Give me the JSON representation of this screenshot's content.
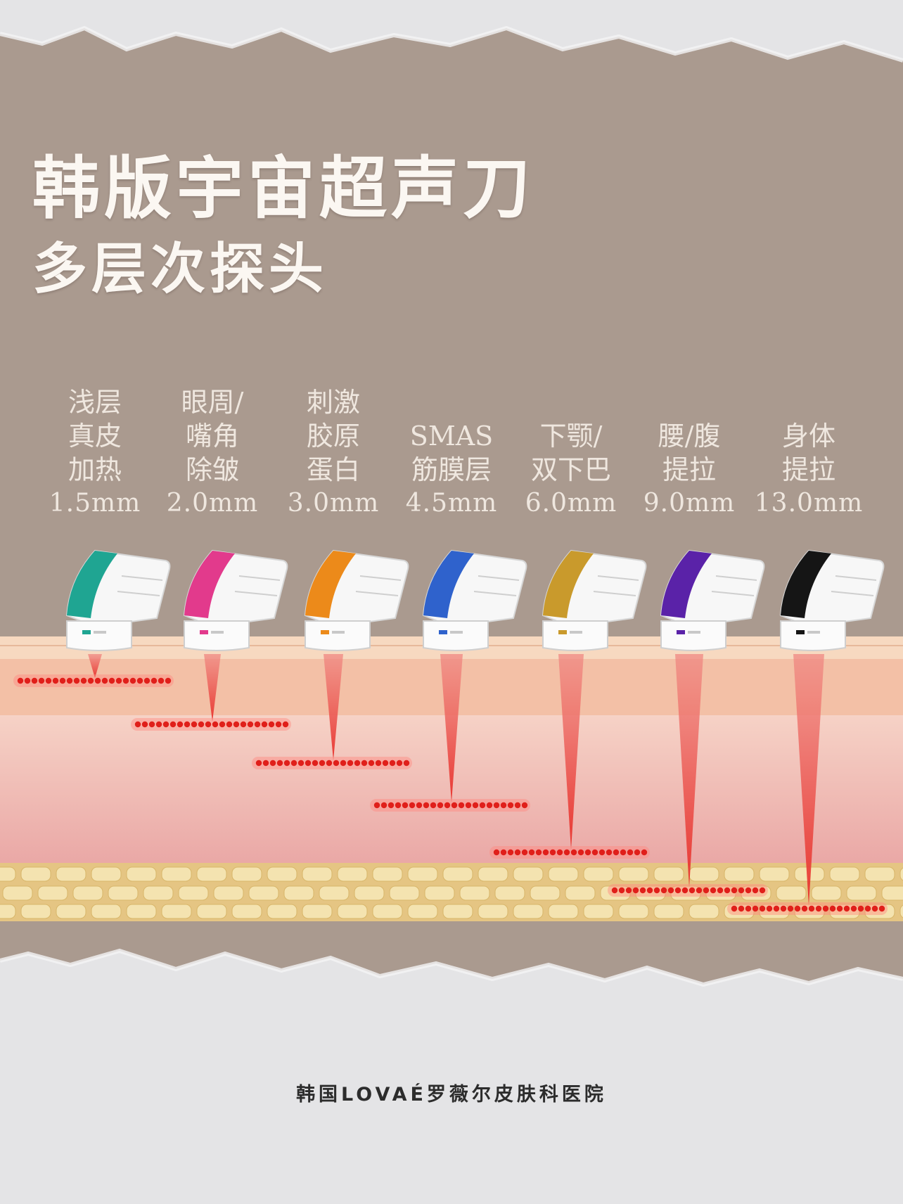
{
  "title": {
    "line1": "韩版宇宙超声刀",
    "line2": "多层次探头"
  },
  "probes": [
    {
      "lines": [
        "浅层",
        "真皮",
        "加热"
      ],
      "depth": "1.5mm",
      "color": "#1fa592"
    },
    {
      "lines": [
        "眼周/",
        "嘴角",
        "除皱"
      ],
      "depth": "2.0mm",
      "color": "#e23a8c"
    },
    {
      "lines": [
        "刺激",
        "胶原",
        "蛋白"
      ],
      "depth": "3.0mm",
      "color": "#ec8a1a"
    },
    {
      "lines": [
        "SMAS",
        "筋膜层"
      ],
      "depth": "4.5mm",
      "color": "#2f62cc"
    },
    {
      "lines": [
        "下颚/",
        "双下巴"
      ],
      "depth": "6.0mm",
      "color": "#c99a2c"
    },
    {
      "lines": [
        "腰/腹",
        "提拉"
      ],
      "depth": "9.0mm",
      "color": "#5a22a8"
    },
    {
      "lines": [
        "身体",
        "提拉"
      ],
      "depth": "13.0mm",
      "color": "#151515"
    }
  ],
  "footer": "韩国LOVAÉ罗薇尔皮肤科医院",
  "colors": {
    "backdrop": "#aa9a8f",
    "paper": "#e4e4e6",
    "beam": "#e8302a"
  }
}
